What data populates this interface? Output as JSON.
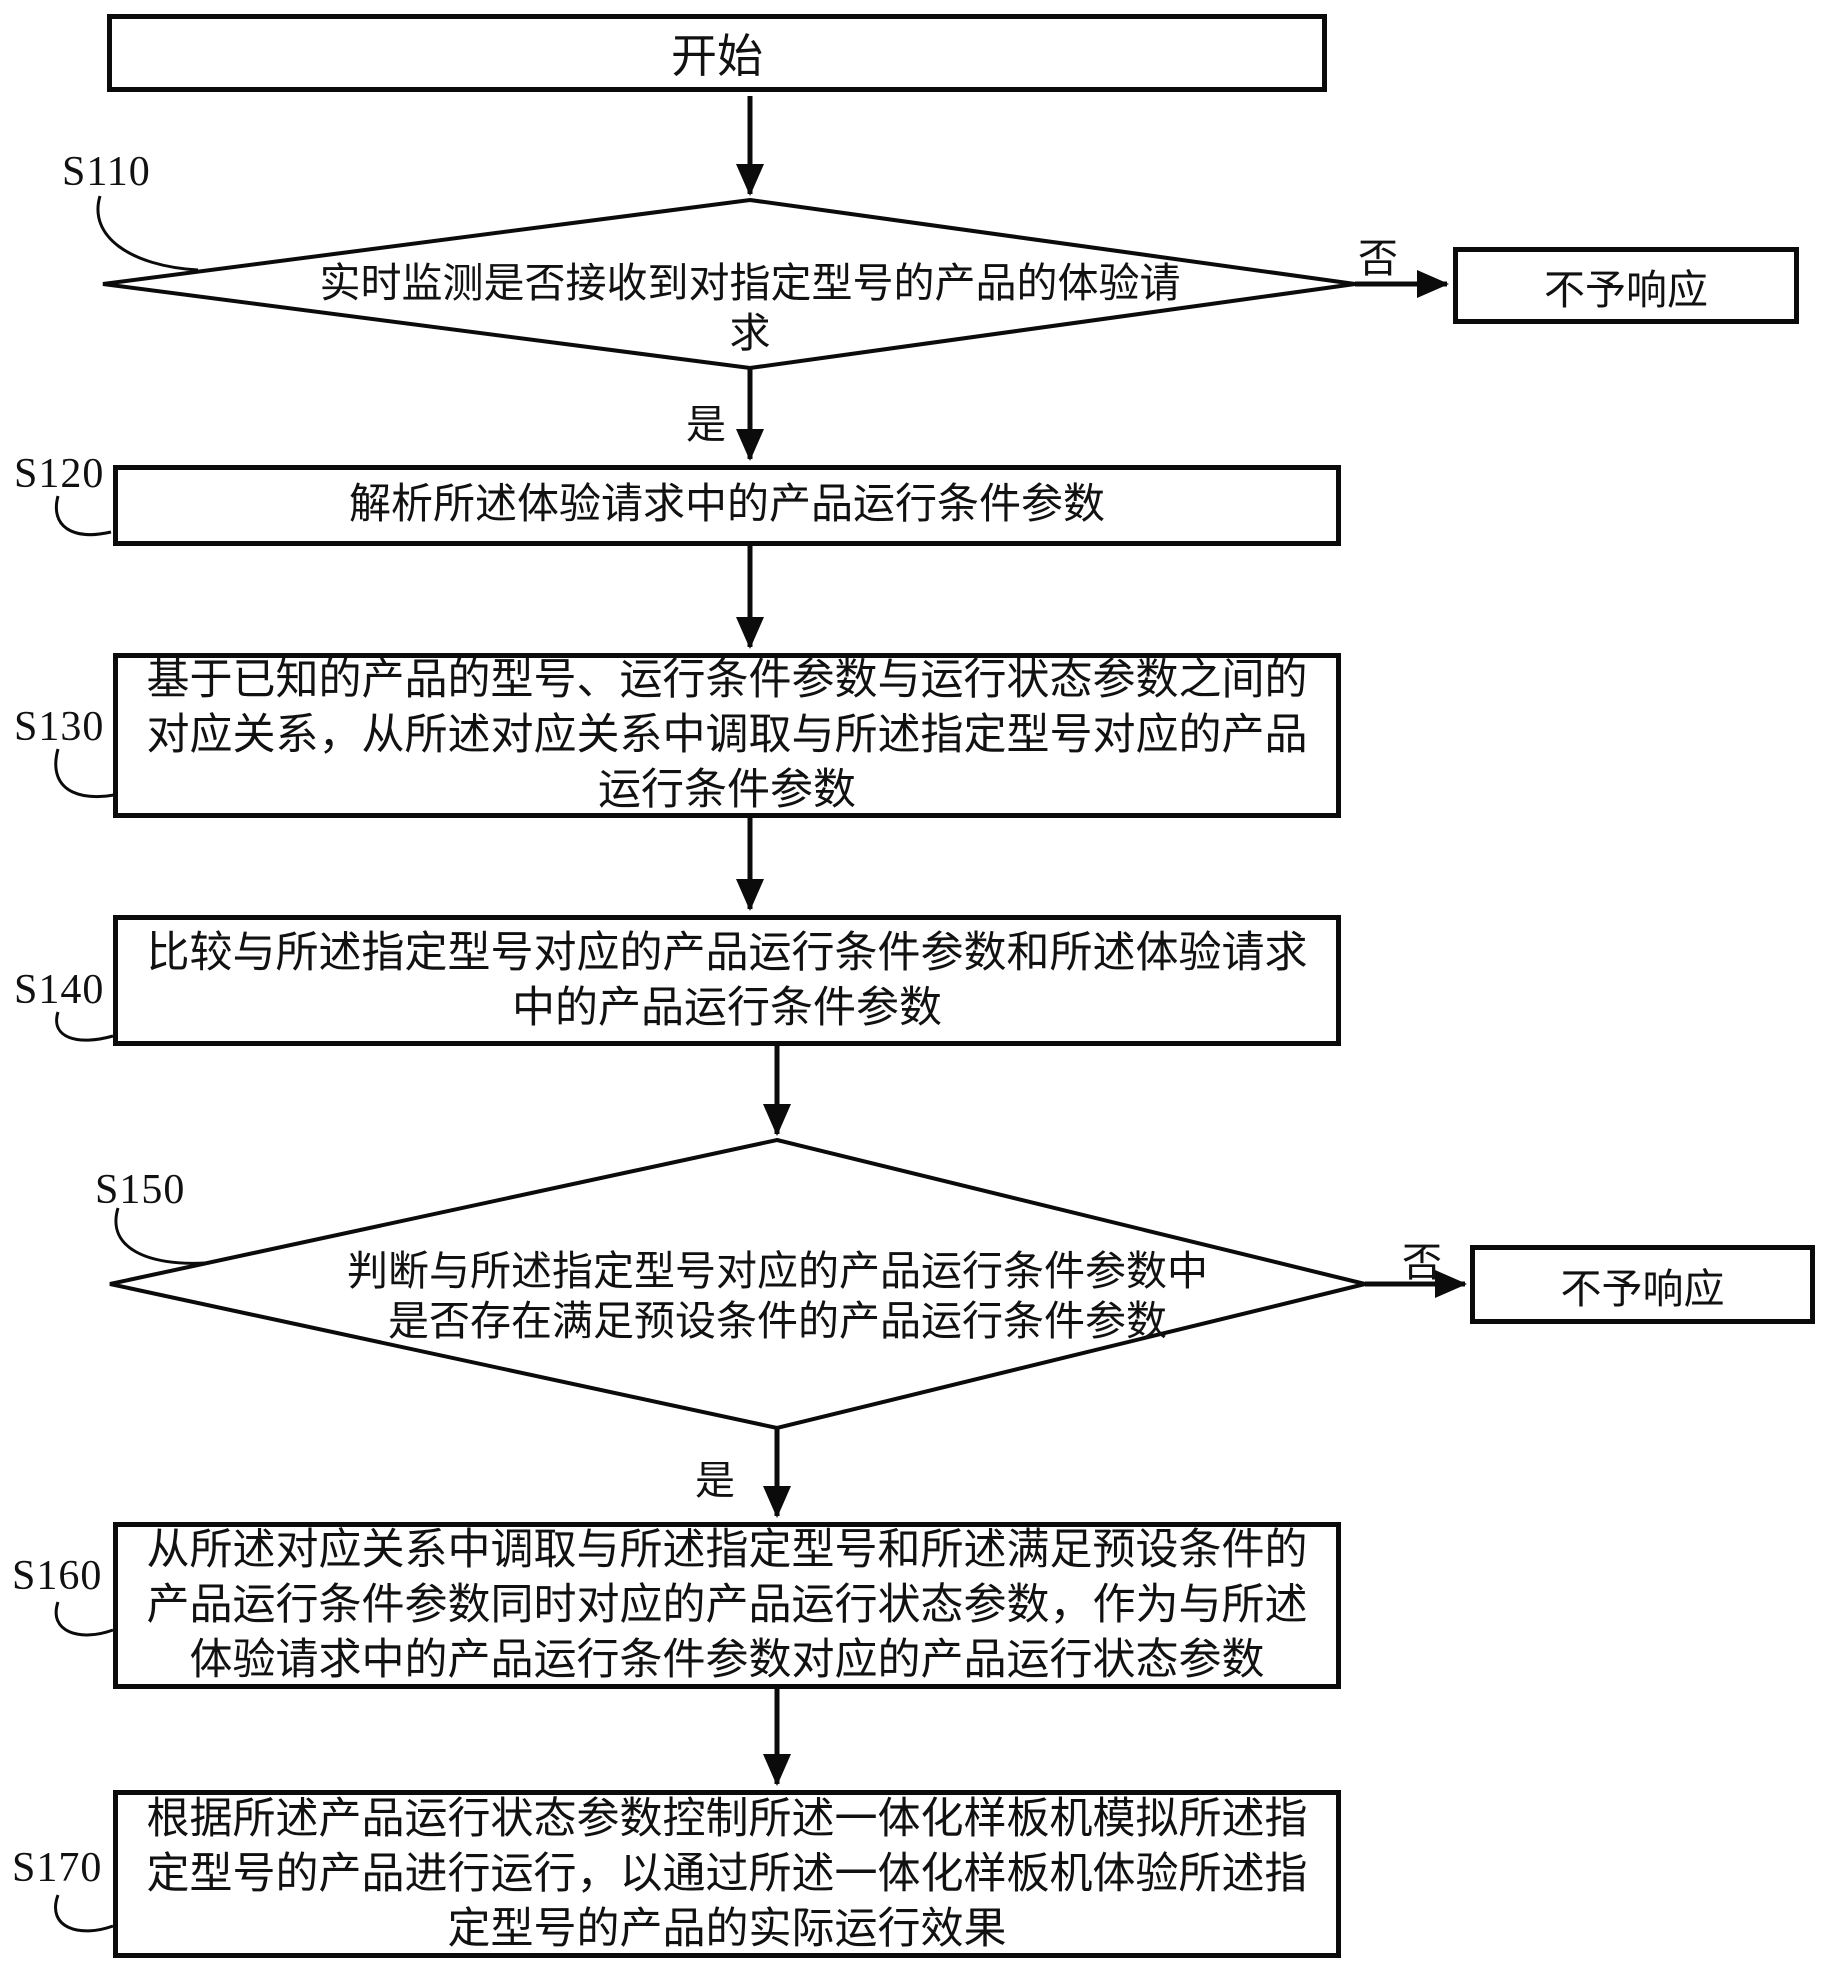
{
  "flow": {
    "start": {
      "label": "开始"
    },
    "s110": {
      "id": "S110",
      "lines": [
        "实时监测是否接收到对指定型号的产品的体验请",
        "求"
      ]
    },
    "s120": {
      "id": "S120",
      "lines": [
        "解析所述体验请求中的产品运行条件参数"
      ]
    },
    "s130": {
      "id": "S130",
      "lines": [
        "基于已知的产品的型号、运行条件参数与运行状态参数之间的",
        "对应关系，从所述对应关系中调取与所述指定型号对应的产品",
        "运行条件参数"
      ]
    },
    "s140": {
      "id": "S140",
      "lines": [
        "比较与所述指定型号对应的产品运行条件参数和所述体验请求",
        "中的产品运行条件参数"
      ]
    },
    "s150": {
      "id": "S150",
      "lines": [
        "判断与所述指定型号对应的产品运行条件参数中",
        "是否存在满足预设条件的产品运行条件参数"
      ]
    },
    "s160": {
      "id": "S160",
      "lines": [
        "从所述对应关系中调取与所述指定型号和所述满足预设条件的",
        "产品运行条件参数同时对应的产品运行状态参数，作为与所述",
        "体验请求中的产品运行条件参数对应的产品运行状态参数"
      ]
    },
    "s170": {
      "id": "S170",
      "lines": [
        "根据所述产品运行状态参数控制所述一体化样板机模拟所述指",
        "定型号的产品进行运行，以通过所述一体化样板机体验所述指",
        "定型号的产品的实际运行效果"
      ]
    },
    "no_response_1": {
      "label": "不予响应"
    },
    "no_response_2": {
      "label": "不予响应"
    },
    "branch": {
      "yes_1": "是",
      "no_1": "否",
      "yes_2": "是",
      "no_2": "否"
    }
  }
}
